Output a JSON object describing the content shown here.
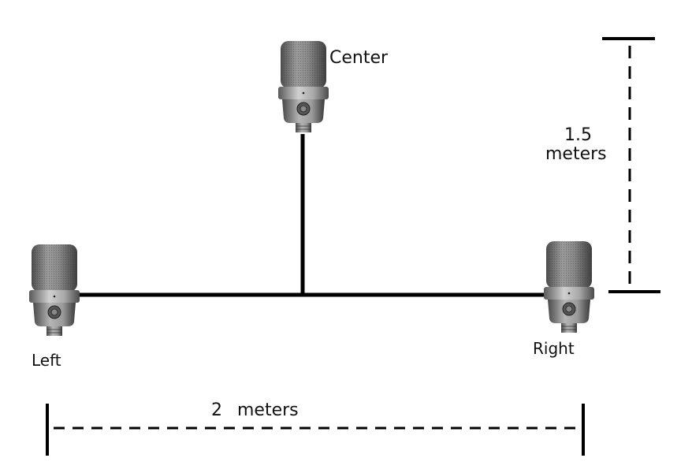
{
  "diagram": {
    "microphones": {
      "left": {
        "label": "Left"
      },
      "center": {
        "label": "Center"
      },
      "right": {
        "label": "Right"
      }
    },
    "dimensions": {
      "width": {
        "value": "2",
        "unit": "meters"
      },
      "height": {
        "value": "1.5",
        "unit": "meters"
      }
    },
    "colors": {
      "line": "#000000",
      "mic_body": "#9a9a9a",
      "mic_grille": "#7c7c7c",
      "mic_ring": "#b8b8b8",
      "mic_shadow": "#4a4a4a"
    }
  }
}
